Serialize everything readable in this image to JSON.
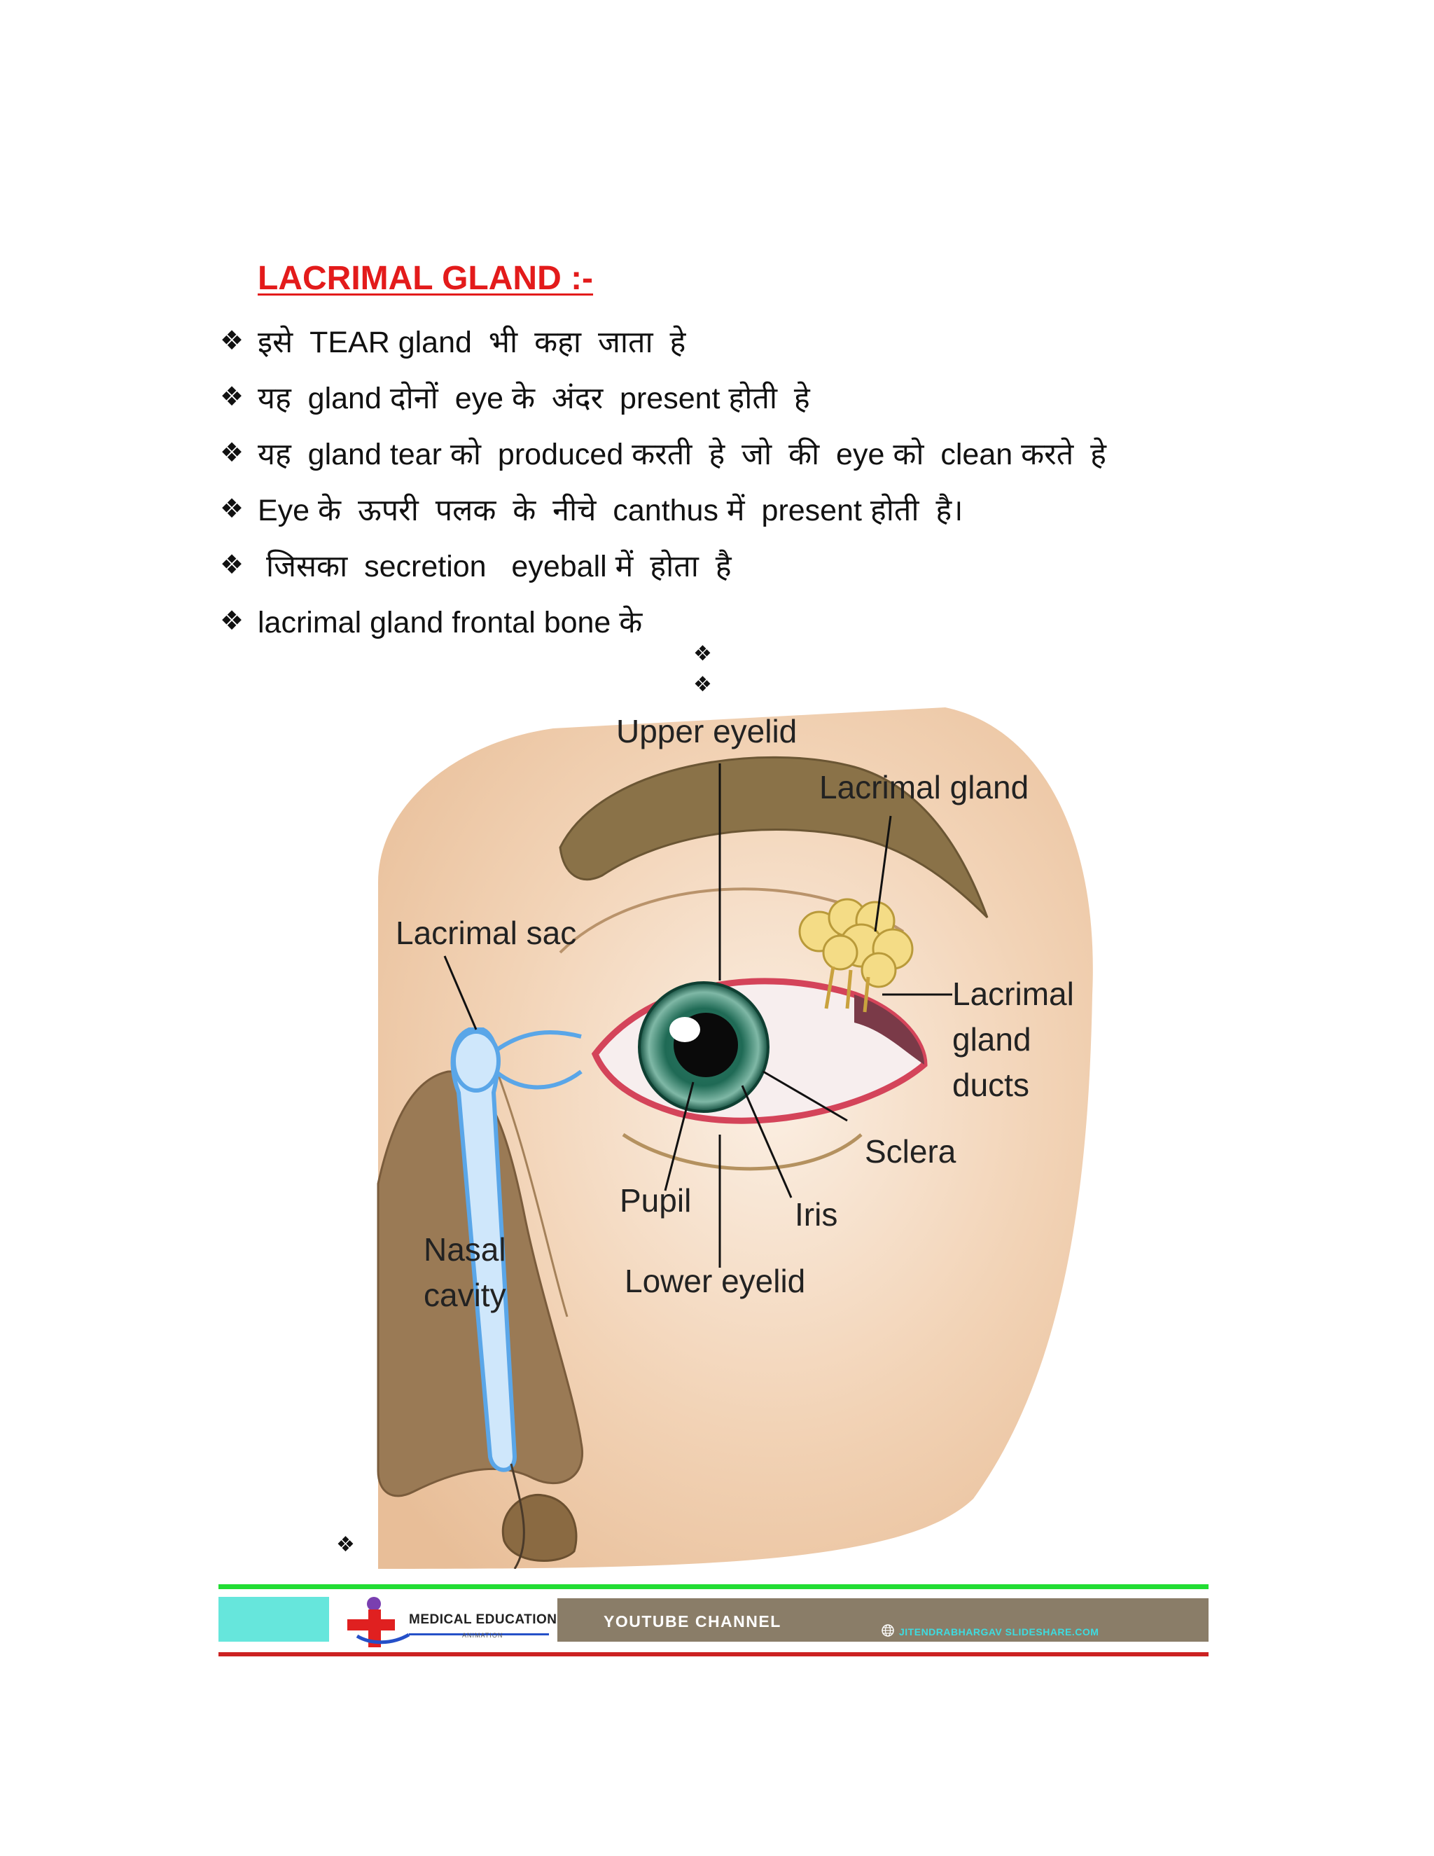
{
  "title": "LACRIMAL GLAND :-",
  "bullet_symbol": "❖",
  "bullets": [
    "इसे  TEAR gland  भी  कहा  जाता  हे",
    "यह  gland दोनों  eye के  अंदर  present होती  हे",
    "यह  gland tear को  produced करती  हे  जो  की  eye को  clean करते  हे",
    "Eye के  ऊपरी  पलक  के  नीचे  canthus में  present होती  है।",
    " जिसका  secretion   eyeball में  होता  है",
    "lacrimal gland frontal bone के"
  ],
  "diagram": {
    "labels": {
      "upper_eyelid": "Upper eyelid",
      "lacrimal_gland": "Lacrimal gland",
      "lacrimal_sac": "Lacrimal sac",
      "ducts_1": "Lacrimal",
      "ducts_2": "gland",
      "ducts_3": "ducts",
      "sclera": "Sclera",
      "pupil": "Pupil",
      "iris": "Iris",
      "lower_eyelid": "Lower eyelid",
      "nasal_1": "Nasal",
      "nasal_2": "cavity"
    }
  },
  "footer": {
    "logo_text": "MEDICAL EDUCATION",
    "logo_sub": "ANIMATION",
    "channel": "YOUTUBE CHANNEL",
    "website": "JITENDRABHARGAV SLIDESHARE.COM"
  },
  "colors": {
    "title": "#e31b1b",
    "footer_green": "#22dd33",
    "footer_red": "#cc2222",
    "footer_cyan": "#66e6dc",
    "footer_bar": "#8a7d68"
  }
}
